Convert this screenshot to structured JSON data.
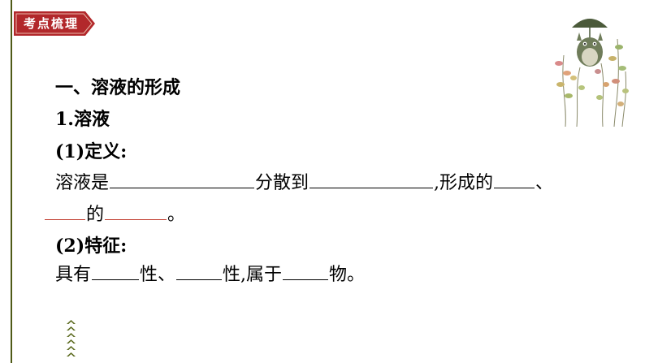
{
  "header": {
    "badge_label": "考点梳理",
    "badge_color": "#b2282b",
    "rule_color": "#4f5a17"
  },
  "content": {
    "heading": "一、溶液的形成",
    "subheading": "1.溶液",
    "def_label": "(1)定义:",
    "def_line1": {
      "seg1": "溶液是",
      "seg2": "分散到",
      "seg3": ",形成的",
      "seg4": "、"
    },
    "def_line2": {
      "seg1": "的",
      "seg2": "。"
    },
    "feat_label": "(2)特征:",
    "feat_line": {
      "seg1": "具有",
      "seg2": "性、",
      "seg3": "性,属于",
      "seg4": "物。"
    }
  },
  "decoration": {
    "illustration": "totoro-umbrella-plants-illustration",
    "footer_icon": "chevron-stack-icon"
  }
}
